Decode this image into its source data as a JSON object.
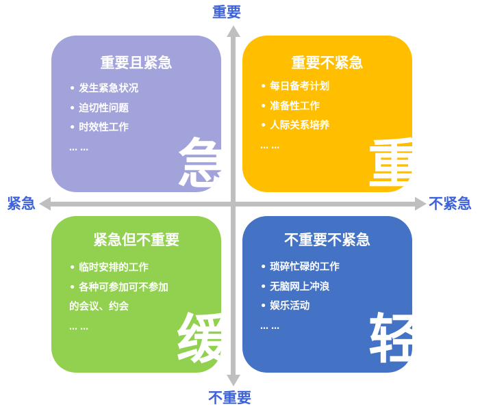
{
  "axes": {
    "top_label": "重要",
    "bottom_label": "不重要",
    "left_label": "紧急",
    "right_label": "不紧急",
    "label_color": "#3D62D9",
    "line_color": "#BFBFBF"
  },
  "quadrants": {
    "top_left": {
      "title": "重要且紧急",
      "items": [
        "发生紧急状况",
        "迫切性问题",
        "时效性工作"
      ],
      "ellipsis": "… …",
      "big_char": "急",
      "color": "#A3A3DB"
    },
    "top_right": {
      "title": "重要不紧急",
      "items": [
        "每日备考计划",
        "准备性工作",
        "人际关系培养"
      ],
      "ellipsis": "… …",
      "big_char": "重",
      "color": "#FFBF00"
    },
    "bottom_left": {
      "title": "紧急但不重要",
      "items": [
        "临时安排的工作",
        "各种可参加可不参加"
      ],
      "item_continuation": "的会议、约会",
      "ellipsis": "… …",
      "big_char": "缓",
      "color": "#92D050"
    },
    "bottom_right": {
      "title": "不重要不紧急",
      "items": [
        "琐碎忙碌的工作",
        "无脑网上冲浪",
        "娱乐活动"
      ],
      "ellipsis": "… …",
      "big_char": "轻",
      "color": "#4472C4"
    }
  },
  "bullet": "•"
}
